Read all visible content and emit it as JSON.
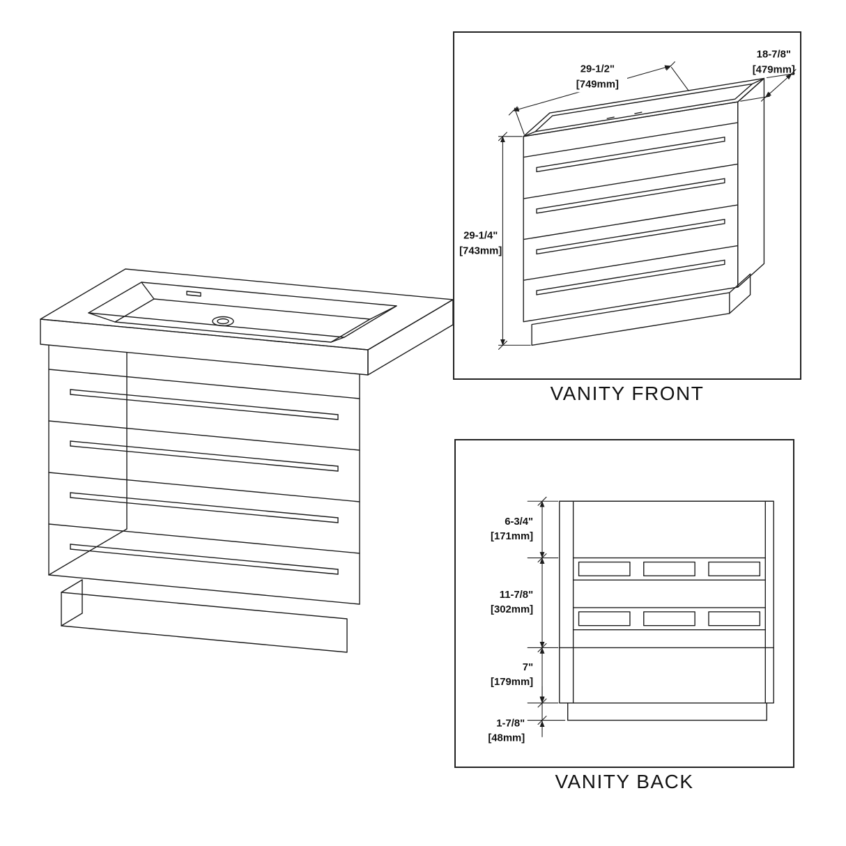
{
  "colors": {
    "line": "#1c1c1c",
    "background": "#ffffff",
    "text": "#111111"
  },
  "front_view": {
    "caption": "VANITY FRONT",
    "width_in": "29-1/2\"",
    "width_mm": "[749mm]",
    "depth_in": "18-7/8\"",
    "depth_mm": "[479mm]",
    "height_in": "29-1/4\"",
    "height_mm": "[743mm]"
  },
  "back_view": {
    "caption": "VANITY BACK",
    "top_in": "6-3/4\"",
    "top_mm": "[171mm]",
    "middle_in": "11-7/8\"",
    "middle_mm": "[302mm]",
    "lower_in": "7\"",
    "lower_mm": "[179mm]",
    "base_in": "1-7/8\"",
    "base_mm": "[48mm]"
  }
}
